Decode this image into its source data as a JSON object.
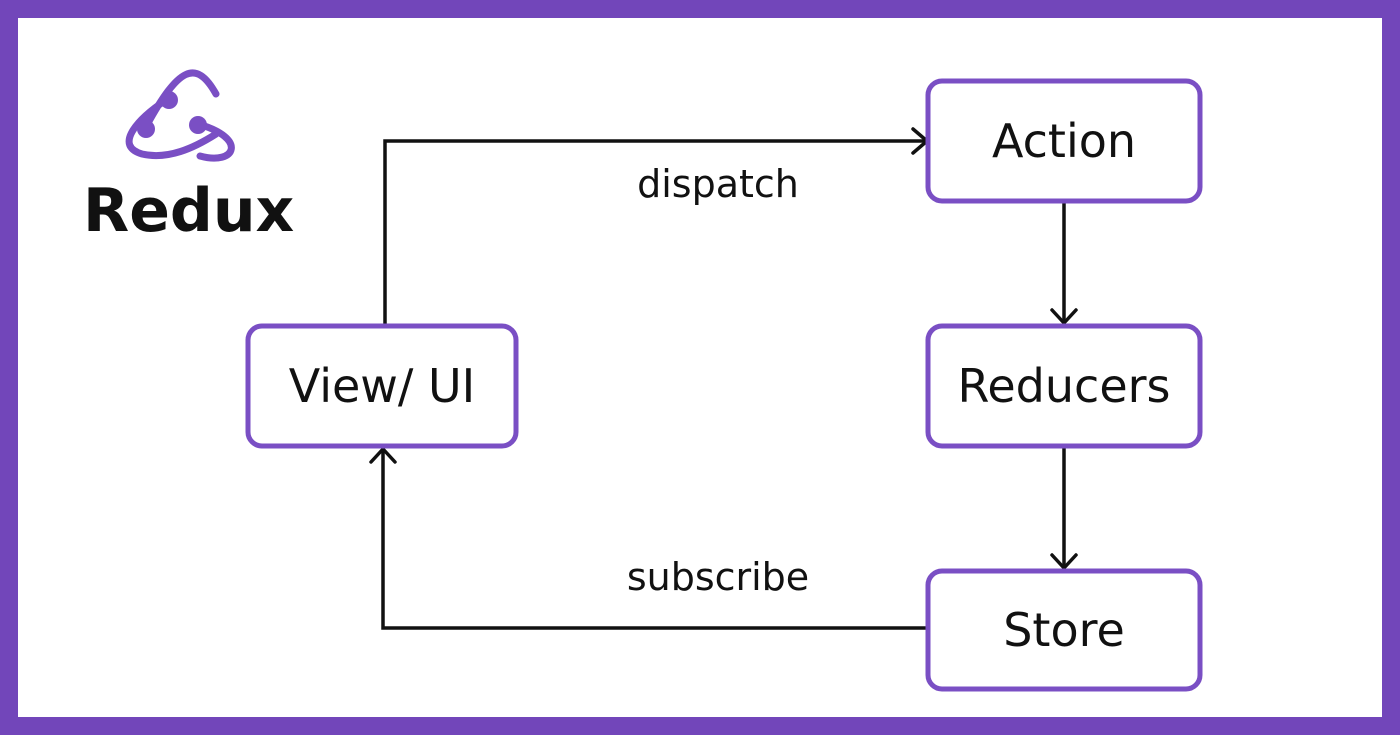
{
  "brand": {
    "name": "Redux",
    "logo_icon": "redux-logo-icon"
  },
  "nodes": {
    "action": "Action",
    "reducers": "Reducers",
    "store": "Store",
    "view": "View/ UI"
  },
  "edges": {
    "dispatch": "dispatch",
    "subscribe": "subscribe"
  },
  "colors": {
    "accent": "#7a4fc4",
    "frame": "#7246ba",
    "text": "#111111"
  }
}
